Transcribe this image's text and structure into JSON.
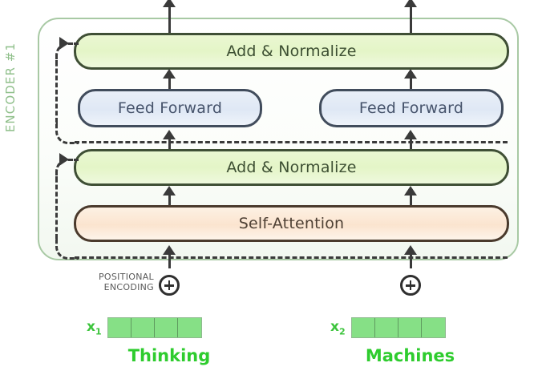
{
  "diagram": {
    "title": "Transformer Encoder #1 block diagram",
    "encoder": {
      "label": "ENCODER #1",
      "label_color": "#8fbf8a",
      "border_color": "#a8c9a4"
    },
    "blocks": {
      "add_normalize_top": "Add & Normalize",
      "feed_forward_left": "Feed Forward",
      "feed_forward_right": "Feed Forward",
      "add_normalize_bottom": "Add & Normalize",
      "self_attention": "Self-Attention"
    },
    "colors": {
      "add_normalize_fill": "#e4f5c7",
      "add_normalize_border": "#3f4f35",
      "feed_forward_fill": "#dfe8f5",
      "feed_forward_border": "#414c5c",
      "self_attention_fill": "#fbe4cf",
      "self_attention_border": "#4a3a2c",
      "embedding_cell": "#86e086",
      "word_text": "#2ecc2e",
      "arrow": "#3a3a3a"
    },
    "positional_encoding": {
      "line1": "POSITIONAL",
      "line2": "ENCODING",
      "operator_icon": "circled-plus-icon"
    },
    "inputs": [
      {
        "tag": "x",
        "subscript": "1",
        "word": "Thinking",
        "cells": 4
      },
      {
        "tag": "x",
        "subscript": "2",
        "word": "Machines",
        "cells": 4
      }
    ]
  }
}
